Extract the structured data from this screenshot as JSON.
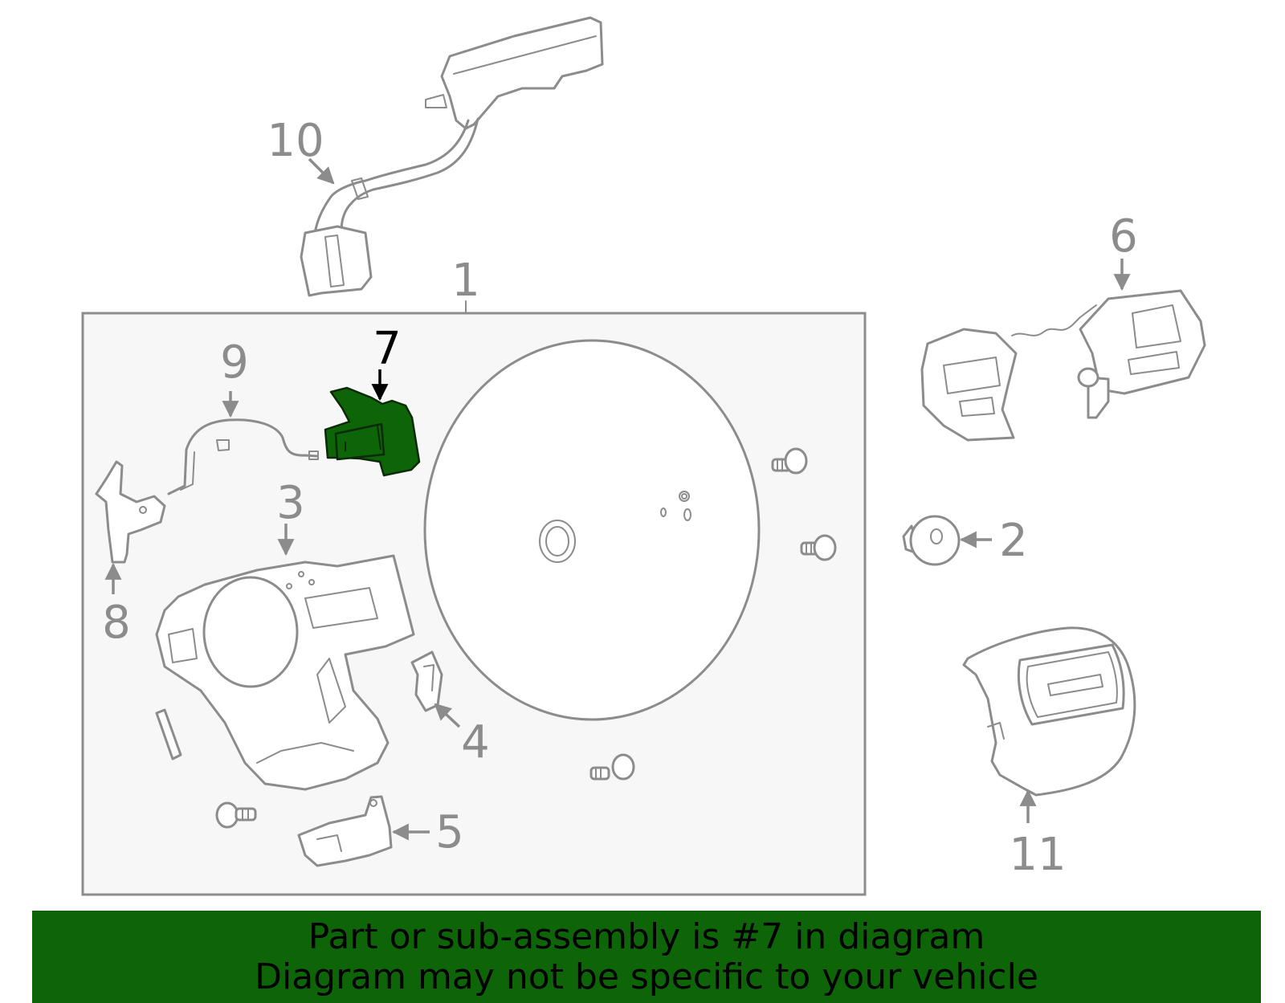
{
  "diagram": {
    "highlight_color": "#0d6508",
    "callouts": [
      {
        "id": "1",
        "label": "1"
      },
      {
        "id": "2",
        "label": "2"
      },
      {
        "id": "3",
        "label": "3"
      },
      {
        "id": "4",
        "label": "4"
      },
      {
        "id": "5",
        "label": "5"
      },
      {
        "id": "6",
        "label": "6"
      },
      {
        "id": "7",
        "label": "7",
        "highlighted": true
      },
      {
        "id": "8",
        "label": "8"
      },
      {
        "id": "9",
        "label": "9"
      },
      {
        "id": "10",
        "label": "10"
      },
      {
        "id": "11",
        "label": "11"
      }
    ]
  },
  "banner": {
    "line1": "Part or sub-assembly is #7 in diagram",
    "line2": "Diagram may not be specific to your vehicle"
  }
}
